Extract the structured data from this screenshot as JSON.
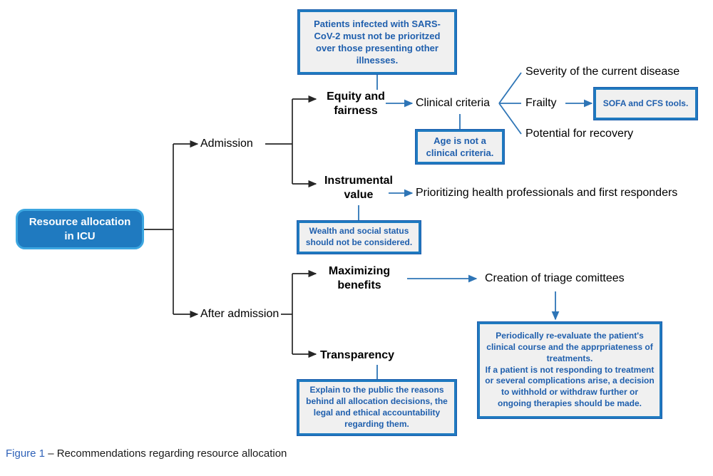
{
  "figure": {
    "number_label": "Figure 1",
    "dash": " – ",
    "caption_text": "Recommendations regarding resource allocation"
  },
  "colors": {
    "root_fill": "#1f7ac0",
    "root_border": "#3ca6e0",
    "box_fill": "#f0f0f0",
    "box_border": "#1f7ac0",
    "box_text": "#1f5fad",
    "blue_connector": "#2e75b6",
    "black_connector": "#262626",
    "caption_accent": "#2f62b8"
  },
  "root": {
    "label": "Resource allocation\nin ICU"
  },
  "branches": {
    "admission": {
      "label": "Admission"
    },
    "after_admission": {
      "label": "After admission"
    }
  },
  "principles": [
    {
      "id": "equity",
      "label": "Equity and\nfairness"
    },
    {
      "id": "instrumental",
      "label": "Instrumental\nvalue"
    },
    {
      "id": "maximizing",
      "label": "Maximizing\nbenefits"
    },
    {
      "id": "transparency",
      "label": "Transparency"
    }
  ],
  "plain_nodes": [
    {
      "id": "clinical-criteria",
      "label": "Clinical criteria"
    },
    {
      "id": "severity",
      "label": "Severity of the current disease"
    },
    {
      "id": "frailty",
      "label": "Frailty"
    },
    {
      "id": "potential-recovery",
      "label": "Potential for recovery"
    },
    {
      "id": "prioritizing-professionals",
      "label": "Prioritizing health professionals and first responders"
    },
    {
      "id": "triage-committees",
      "label": "Creation of triage comittees"
    }
  ],
  "note_boxes": [
    {
      "id": "sars-priority",
      "text": "Patients infected with SARS-CoV-2 must not be prioritzed over those presenting other illnesses.",
      "font_size": "13px"
    },
    {
      "id": "age-not-criteria",
      "text": "Age is not a clinical criteria.",
      "font_size": "13px"
    },
    {
      "id": "sofa-cfs",
      "text": "SOFA and CFS tools.",
      "font_size": "12px"
    },
    {
      "id": "wealth-status",
      "text": "Wealth and social status should not be considered.",
      "font_size": "12px"
    },
    {
      "id": "transparency-explain",
      "text": "Explain to the public the reasons behind all allocation decisions, the legal and ethical accountability regarding them.",
      "font_size": "12px"
    },
    {
      "id": "re-evaluate",
      "text": "Periodically re-evaluate the patient's clinical course and the apprpriateness of treatments.\nIf a patient is not responding to treatment or several complications arise, a decision to withhold or withdraw further or ongoing therapies should be made.",
      "font_size": "12px"
    }
  ]
}
